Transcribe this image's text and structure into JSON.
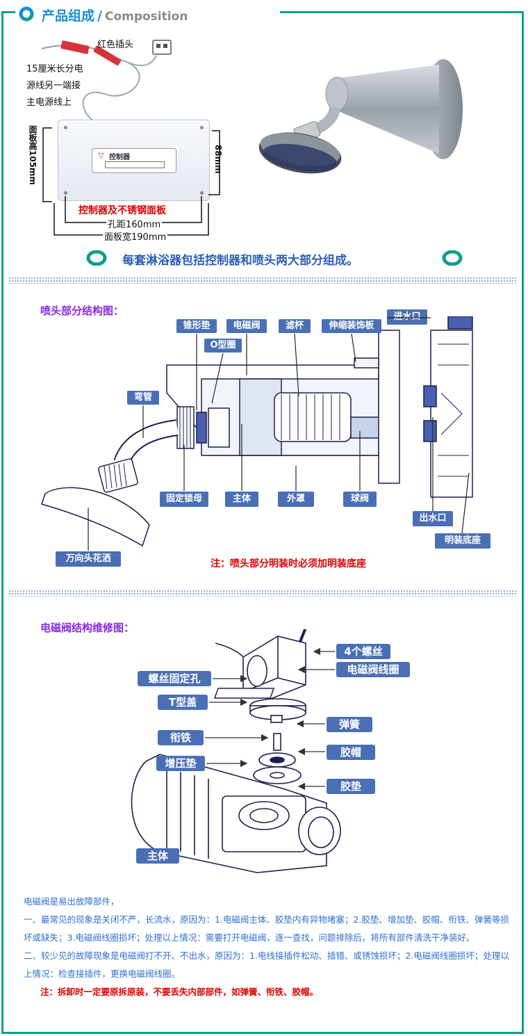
{
  "header": {
    "title_cn": "产品组成",
    "slash": "/",
    "title_en": "Composition"
  },
  "composition": {
    "red_plug": "红色插头",
    "cable_note": [
      "15厘米长分电",
      "源线另一端接",
      "主电源线上"
    ],
    "panel_height": "面板高105mm",
    "height_88": "88mm",
    "controller_label": "控制器",
    "panel_caption": "控制器及不锈钢面板",
    "hole_distance": "孔距160mm",
    "panel_width": "面板宽190mm",
    "summary": "每套淋浴器包括控制器和喷头两大部分组成。"
  },
  "nozzle": {
    "title": "喷头部分结构图：",
    "labels": {
      "cone_gasket": "锥形垫",
      "solenoid_valve": "电磁阀",
      "filter_cup": "滤杯",
      "telescopic_trim": "伸缩装饰板",
      "water_inlet": "进水口",
      "o_ring": "O型圈",
      "elbow": "弯管",
      "lock_nut": "固定锁母",
      "main_body": "主体",
      "housing": "外罩",
      "ball_valve": "球阀",
      "water_outlet": "出水口",
      "surface_base": "明装底座",
      "universal_head": "万向头花洒"
    },
    "note": "注：喷头部分明装时必须加明装底座"
  },
  "valve": {
    "title": "电磁阀结构维修图：",
    "labels": {
      "screws": "4个螺丝",
      "coil": "电磁阀线圈",
      "screw_holes": "螺丝固定孔",
      "t_cover": "T型盖",
      "spring": "弹簧",
      "armature": "衔铁",
      "rubber_cap": "胶帽",
      "pressure_pad": "增压垫",
      "rubber_pad": "胶垫",
      "main_body": "主体"
    }
  },
  "text": {
    "p0": "电磁阀是易出故障部件，",
    "p1": "一、最常见的现象是关闭不严，长流水，原因为：1.电磁阀主体、胶垫内有异物堵塞；2.胶垫、增加垫、胶帽、衔铁、弹簧等损坏或缺失；3.电磁阀线圈损坏；处理以上情况：需要打开电磁阀，逐一查找，问题排除后，将所有部件清洗干净装好。",
    "p2": "二、较少见的故障现象是电磁阀打不开、不出水，原因为：1.电线接插件松动、插错、或锈蚀损坏；2.电磁阀线圈损坏；处理以上情况：检查接插件，更换电磁阀线圈。",
    "note": "注：拆卸时一定要原拆原装，不要丢失内部部件，如弹簧、衔铁、胶帽。"
  },
  "colors": {
    "frame": "#0f9e8a",
    "title_blue": "#1a8fd0",
    "label_box": "#4a6fb5",
    "accent_red": "#e00000",
    "section_title": "#8a2be2",
    "body_text": "#2d6fd0"
  }
}
